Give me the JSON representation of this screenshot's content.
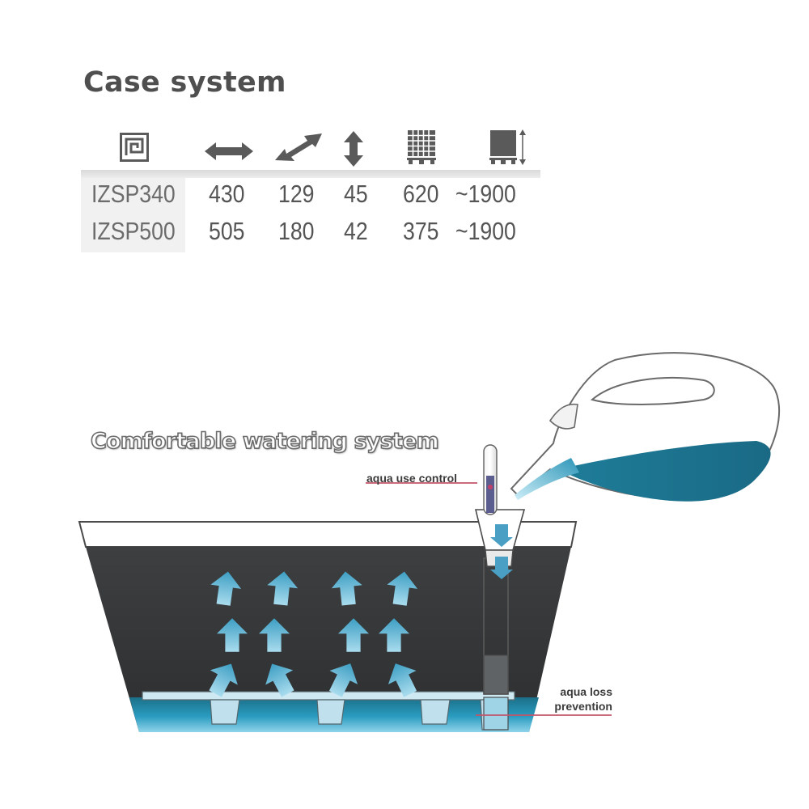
{
  "header": {
    "title": "Case system"
  },
  "spec_table": {
    "column_icons": [
      "planter-icon",
      "width-arrow-icon",
      "depth-arrow-icon",
      "height-arrow-icon",
      "pallet-grid-icon",
      "stack-height-icon"
    ],
    "rows": [
      {
        "model": "IZSP340",
        "values": [
          "430",
          "129",
          "45",
          "620",
          "~1900"
        ]
      },
      {
        "model": "IZSP500",
        "values": [
          "505",
          "180",
          "42",
          "375",
          "~1900"
        ]
      }
    ]
  },
  "diagram": {
    "title": "Comfortable watering system",
    "callouts": {
      "aqua_use_control": "aqua use control",
      "aqua_loss_line1": "aqua loss",
      "aqua_loss_line2": "prevention"
    },
    "colors": {
      "soil": "#3a3c3e",
      "water": "#1e7d99",
      "arrow": "#5fb6d3",
      "callout_line": "#c2546a",
      "text": "#4f4f4f"
    }
  }
}
